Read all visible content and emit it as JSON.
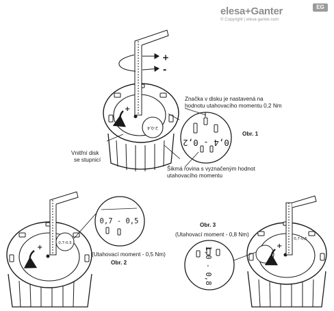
{
  "brand": {
    "name_left": "elesa",
    "name_plus": "+",
    "name_right": "Ganter",
    "copyright": "© Copyright | elesa-ganter.com",
    "badge": "EG"
  },
  "symbols": {
    "plus": "+",
    "minus": "-"
  },
  "dial_values": {
    "fig1": "0,4 - 0,2",
    "fig1_small": "2-0,4",
    "fig2": "0,7 - 0,5",
    "fig2_small": "0,7-0,5",
    "fig3": "1,0 - 0,8",
    "fig3_small": "0,7-0,5"
  },
  "labels": {
    "mark_line1": "Značka v disku je nastavená na",
    "mark_line2": "hodnotu utahovacího momentu 0,2 Nm",
    "fig1": "Obr. 1",
    "inner_disk_line1": "Vnitřní disk",
    "inner_disk_line2": "se stupnicí",
    "ramp_line1": "Šikmá rovina s vyznačeným hodnot",
    "ramp_line2": "utahovacího momentu",
    "moment_fig2": "(Utahovací moment - 0,5 Nm)",
    "fig2": "Obr. 2",
    "fig3": "Obr. 3",
    "moment_fig3": "(Utahovací moment - 0,8 Nm)"
  },
  "colors": {
    "line": "#1a1a1a",
    "brand_gray": "#8e8e8e"
  }
}
